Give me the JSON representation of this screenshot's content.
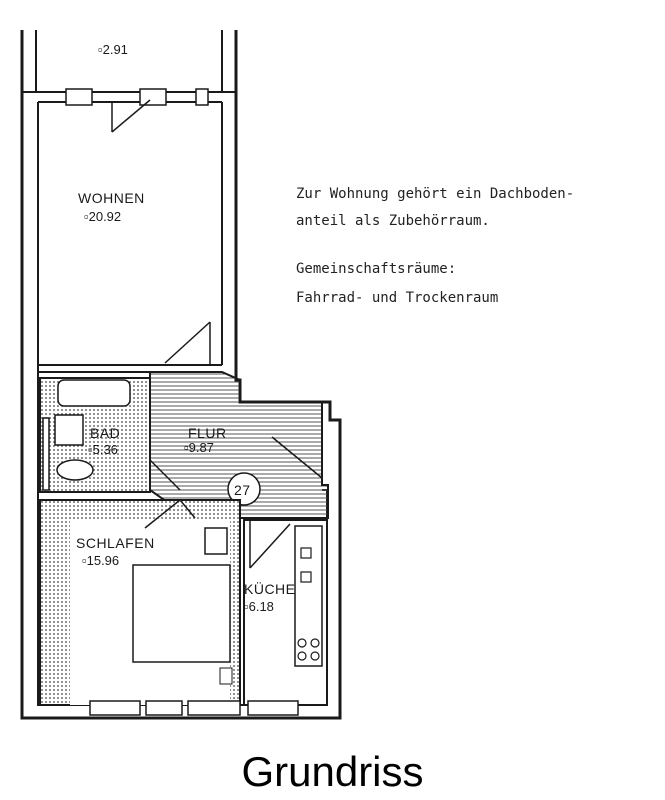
{
  "rooms": {
    "balcony": {
      "area": "2.91"
    },
    "wohnen": {
      "label": "WOHNEN",
      "area": "20.92"
    },
    "bad": {
      "label": "BAD",
      "area": "5.36"
    },
    "flur": {
      "label": "FLUR",
      "area": "9.87"
    },
    "schlafen": {
      "label": "SCHLAFEN",
      "area": "15.96"
    },
    "kueche": {
      "label": "KÜCHE",
      "area": "6.18"
    }
  },
  "unit_number": "27",
  "notes": [
    "Zur Wohnung gehört ein Dachboden-",
    "anteil als Zubehörraum.",
    "Gemeinschaftsräume:",
    "Fahrrad- und Trockenraum"
  ],
  "caption": "Grundriss",
  "colors": {
    "ink": "#1a1a1a",
    "hatch": "#555555",
    "paper": "#ffffff"
  }
}
